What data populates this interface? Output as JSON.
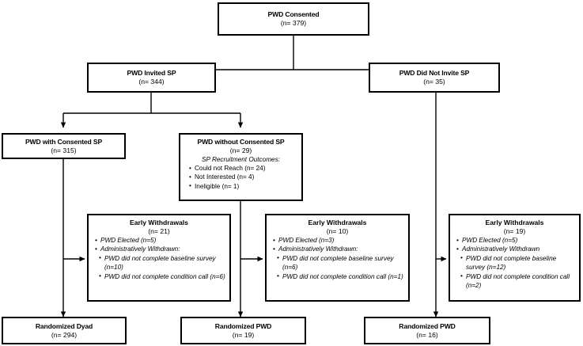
{
  "figure": {
    "type": "consort-flow-diagram",
    "line_color": "#000000",
    "background": "#ffffff"
  },
  "nodes": {
    "consented": {
      "title": "PWD Consented",
      "count": "(n= 379)"
    },
    "invited_sp": {
      "title": "PWD Invited SP",
      "count": "(n= 344)"
    },
    "not_invited_sp": {
      "title": "PWD Did Not Invite SP",
      "count": "(n= 35)"
    },
    "with_consented_sp": {
      "title": "PWD with Consented SP",
      "count": "(n= 315)"
    },
    "without_consented_sp": {
      "title": "PWD without Consented SP",
      "count": "(n= 29)",
      "outcomes_header": "SP Recruitment Outcomes:",
      "outcomes": [
        "Could not Reach  (n= 24)",
        "Not Interested  (n= 4)",
        "Ineligible (n= 1)"
      ]
    },
    "withdrawals_left": {
      "title": "Early Withdrawals",
      "count": "(n= 21)",
      "elected": "PWD Elected (n=5)",
      "admin": "Administratively Withdrawn:",
      "admin_items": [
        "PWD did not complete baseline survey (n=10)",
        "PWD did not complete condition call (n=6)"
      ]
    },
    "withdrawals_middle": {
      "title": "Early Withdrawals",
      "count": "(n= 10)",
      "elected": "PWD Elected (n=3)",
      "admin": "Administratively Withdrawn:",
      "admin_items": [
        "PWD did not complete baseline survey (n=6)",
        "PWD did not complete condition call (n=1)"
      ]
    },
    "withdrawals_right": {
      "title": "Early Withdrawals",
      "count": "(n= 19)",
      "elected": "PWD Elected (n=5)",
      "admin": "Administratively Withdrawn",
      "admin_items": [
        "PWD did not complete baseline survey (n=12)",
        "PWD did not complete condition call (n=2)"
      ]
    },
    "randomized_dyad": {
      "title": "Randomized Dyad",
      "count": "(n= 294)"
    },
    "randomized_pwd_middle": {
      "title": "Randomized PWD",
      "count": "(n= 19)"
    },
    "randomized_pwd_right": {
      "title": "Randomized PWD",
      "count": "(n= 16)"
    }
  }
}
